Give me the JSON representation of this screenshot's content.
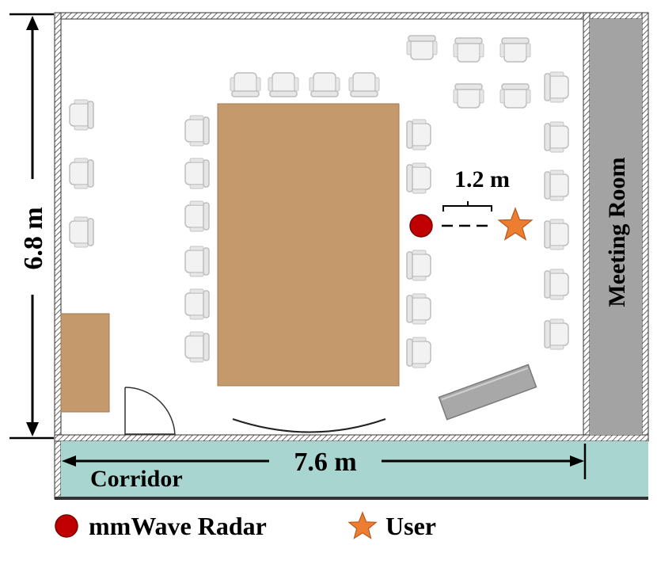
{
  "dimensions": {
    "height_label": "6.8 m",
    "width_label": "7.6 m",
    "distance_label": "1.2 m"
  },
  "areas": {
    "corridor": "Corridor",
    "meeting_room": "Meeting Room"
  },
  "legend": {
    "radar": "mmWave Radar",
    "user": "User"
  },
  "colors": {
    "table": "#c49a6c",
    "corridor": "#a8d5cf",
    "meeting_room": "#a3a3a3",
    "radar": "#c00000",
    "user": "#ed7d31",
    "bench": "#a8a8a8"
  }
}
